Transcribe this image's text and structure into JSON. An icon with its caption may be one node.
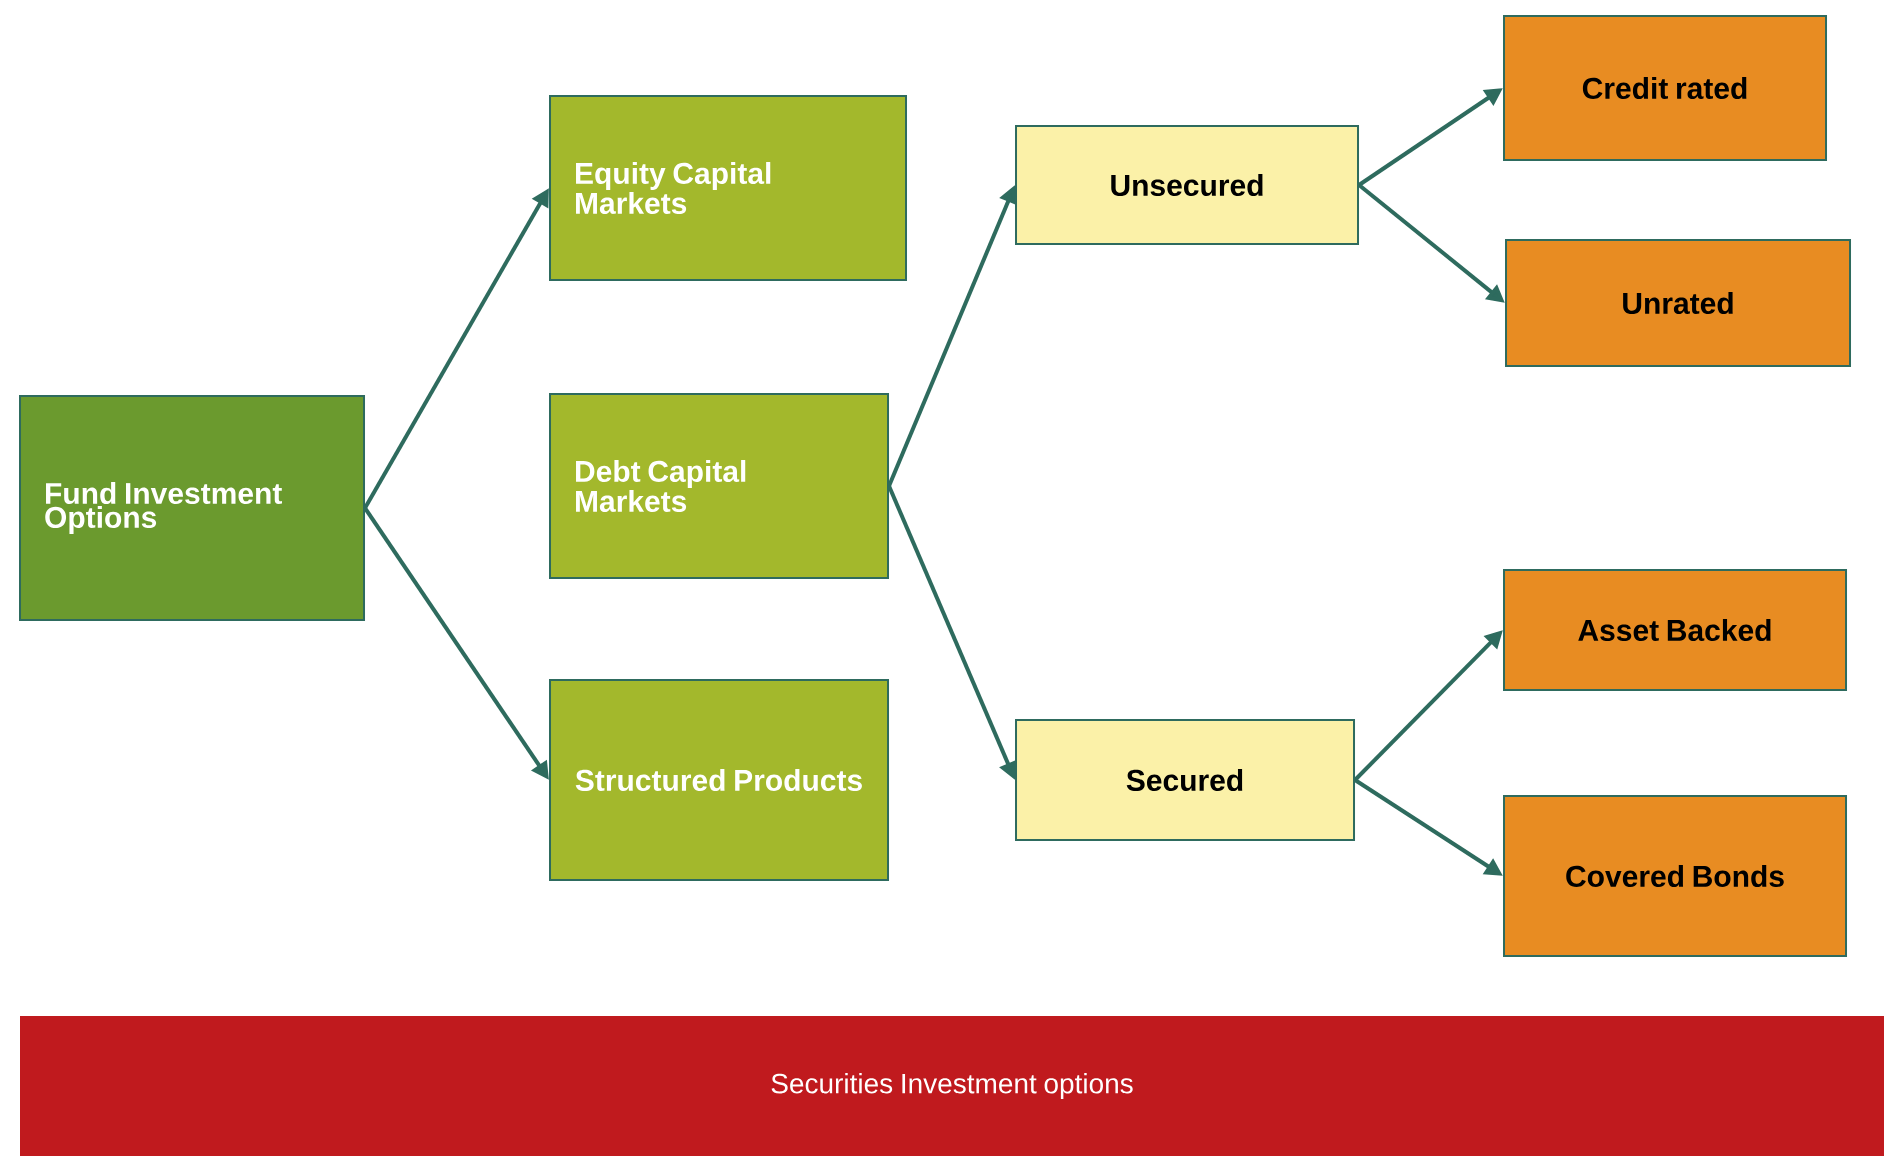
{
  "diagram": {
    "nodes": [
      {
        "text": [
          "Fund Investment Options"
        ]
      },
      {
        "text": [
          "Equity Capital Markets"
        ]
      },
      {
        "text": [
          "Debt Capital Markets"
        ]
      },
      {
        "text": [
          "Structured Products"
        ]
      },
      {
        "text": [
          "Unsecured"
        ]
      },
      {
        "text": [
          "Secured"
        ]
      },
      {
        "text": [
          "Credit rated"
        ]
      },
      {
        "text": [
          "Unrated"
        ]
      },
      {
        "text": [
          "Asset Backed"
        ]
      },
      {
        "text": [
          "Covered Bonds"
        ]
      },
      {
        "text": [
          "Securities Investment options"
        ]
      }
    ],
    "edges": [
      {
        "from": 0,
        "to": 1,
        "arrow": "to"
      },
      {
        "from": 0,
        "to": 3,
        "arrow": "to"
      },
      {
        "from": 2,
        "to": 4,
        "arrow": "to"
      },
      {
        "from": 2,
        "to": 5,
        "arrow": "to"
      },
      {
        "from": 4,
        "to": 6,
        "arrow": "to"
      },
      {
        "from": 4,
        "to": 7,
        "arrow": "to"
      },
      {
        "from": 5,
        "to": 8,
        "arrow": "to"
      },
      {
        "from": 5,
        "to": 9,
        "arrow": "to"
      }
    ]
  }
}
